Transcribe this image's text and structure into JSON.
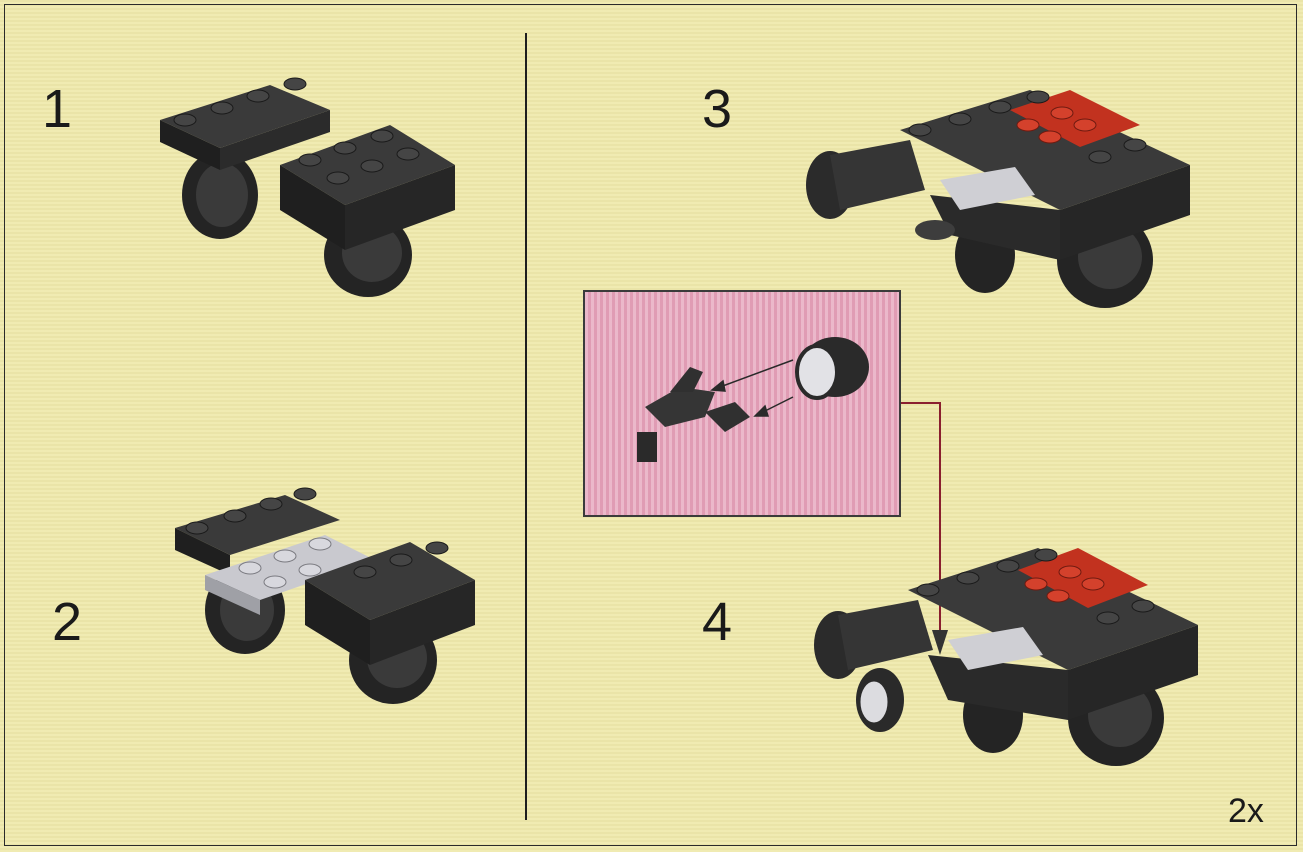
{
  "steps": [
    {
      "number": "1"
    },
    {
      "number": "2"
    },
    {
      "number": "3"
    },
    {
      "number": "4"
    }
  ],
  "multiplier": "2x",
  "colors": {
    "background": "#efe9ab",
    "brick_dark": "#2f2f2f",
    "brick_light": "#c9c9cf",
    "brick_red": "#c2321f",
    "callout_bg": "#e7a9bf",
    "connector_line": "#8a1f2e"
  }
}
